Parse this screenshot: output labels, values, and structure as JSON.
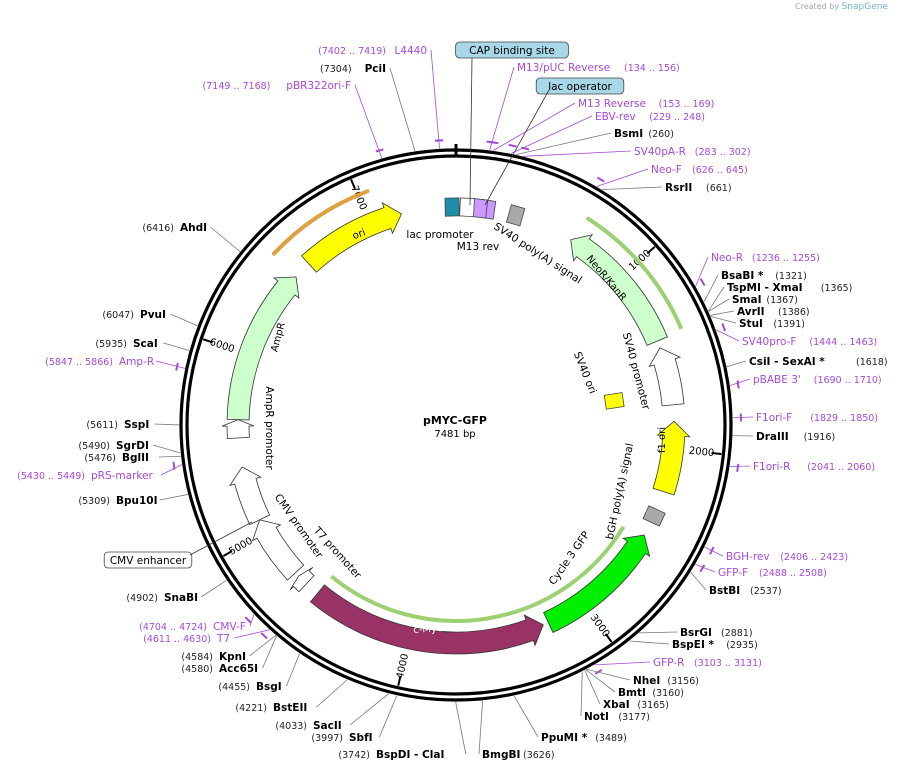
{
  "credit": {
    "prefix": "Created by",
    "brand": "SnapGene"
  },
  "plasmid": {
    "name": "pMYC-GFP",
    "size_label": "7481 bp",
    "length": 7481
  },
  "ticks": [
    {
      "pos": 1000,
      "label": "1000"
    },
    {
      "pos": 2000,
      "label": "2000"
    },
    {
      "pos": 3000,
      "label": "3000"
    },
    {
      "pos": 4000,
      "label": "4000"
    },
    {
      "pos": 5000,
      "label": "5000"
    },
    {
      "pos": 6000,
      "label": "6000"
    },
    {
      "pos": 7000,
      "label": "7000"
    }
  ],
  "features": [
    {
      "name": "ori",
      "start": 6600,
      "end": 7180,
      "dir": 1,
      "color": "#ffff00",
      "track": 1,
      "label_inside": true
    },
    {
      "name": "AmpR",
      "start": 5640,
      "end": 6500,
      "dir": 1,
      "color": "#ccffcc",
      "track": 1,
      "label_inside": true
    },
    {
      "name": "AmpR promoter",
      "start": 5540,
      "end": 5640,
      "dir": 1,
      "color": "#ffffff",
      "track": 1,
      "label_inside": false
    },
    {
      "name": "CMV enhancer",
      "start": 5075,
      "end": 5380,
      "dir": 1,
      "color": "#ffffff",
      "track": 1,
      "label_inside": false
    },
    {
      "name": "CMV promoter",
      "start": 4725,
      "end": 5075,
      "dir": 1,
      "color": "#ffffff",
      "track": 1,
      "label_inside": false
    },
    {
      "name": "T7 promoter",
      "start": 4640,
      "end": 4700,
      "dir": 1,
      "color": "#ffffff",
      "track": 1,
      "label_inside": false
    },
    {
      "name": "c-Myc",
      "start": 3250,
      "end": 4560,
      "dir": -1,
      "color": "#993366",
      "track": 1,
      "label_inside": true
    },
    {
      "name": "Cycle 3 GFP",
      "start": 2500,
      "end": 3220,
      "dir": -1,
      "color": "#00ee00",
      "track": 1,
      "label_inside": false
    },
    {
      "name": "bGH poly(A) signal",
      "start": 2285,
      "end": 2480,
      "dir": 0,
      "color": "#a9a9a9",
      "track": 1,
      "label_inside": false
    },
    {
      "name": "f1 ori",
      "start": 1850,
      "end": 2240,
      "dir": -1,
      "color": "#ffff00",
      "track": 1,
      "label_inside": true
    },
    {
      "name": "SV40 promoter",
      "start": 1440,
      "end": 1760,
      "dir": -1,
      "color": "#ffffff",
      "track": 1,
      "label_inside": false
    },
    {
      "name": "NeoR/KanR",
      "start": 660,
      "end": 1400,
      "dir": -1,
      "color": "#ccffcc",
      "track": 1,
      "label_inside": true
    },
    {
      "name": "SV40 poly(A) signal",
      "start": 270,
      "end": 390,
      "dir": 0,
      "color": "#a9a9a9",
      "track": 1,
      "label_inside": false
    },
    {
      "name": "M13 rev",
      "start": 153,
      "end": 169,
      "dir": 0,
      "color": "#cc99ff",
      "track": 1,
      "label_inside": false
    },
    {
      "name": "lac operator",
      "start": 110,
      "end": 131,
      "dir": 0,
      "color": "#cc99ff",
      "track": 1,
      "label_inside": false
    },
    {
      "name": "lac promoter",
      "start": 40,
      "end": 70,
      "dir": 0,
      "color": "#ffffff",
      "track": 1,
      "label_inside": false
    },
    {
      "name": "CAP binding site",
      "start": 7440,
      "end": 7470,
      "dir": 0,
      "color": "#1f8ea6",
      "track": 1,
      "label_inside": false
    },
    {
      "name": "SV40 ori",
      "start": 1660,
      "end": 1720,
      "dir": 0,
      "color": "#ffff00",
      "track": 2,
      "label_inside": false
    }
  ],
  "inner_texts": [
    {
      "text": "lac promoter",
      "key": "lac-promoter"
    },
    {
      "text": "M13 rev",
      "key": "m13-rev"
    },
    {
      "text": "SV40 poly(A) signal",
      "key": "sv40-polya"
    },
    {
      "text": "NeoR/KanR",
      "key": "neor"
    },
    {
      "text": "SV40 promoter",
      "key": "sv40-promoter"
    },
    {
      "text": "SV40 ori",
      "key": "sv40-ori"
    },
    {
      "text": "f1 ori",
      "key": "f1-ori"
    },
    {
      "text": "bGH poly(A) signal",
      "key": "bgh"
    },
    {
      "text": "Cycle 3 GFP",
      "key": "gfp"
    },
    {
      "text": "c-Myc",
      "key": "cmyc"
    },
    {
      "text": "T7 promoter",
      "key": "t7-promoter"
    },
    {
      "text": "CMV promoter",
      "key": "cmv-promoter"
    },
    {
      "text": "AmpR promoter",
      "key": "ampr-promoter"
    },
    {
      "text": "AmpR",
      "key": "ampr"
    },
    {
      "text": "ori",
      "key": "ori"
    }
  ],
  "boxed_labels": [
    {
      "text": "CAP binding site",
      "fill": "#a8d8e8"
    },
    {
      "text": "lac operator",
      "fill": "#a8d8e8"
    },
    {
      "text": "CMV enhancer",
      "fill": "#ffffff"
    }
  ],
  "labels": [
    {
      "kind": "primer",
      "name": "L4440",
      "pos": "(7402 .. 7419)",
      "site": 7410
    },
    {
      "kind": "site",
      "name": "PciI",
      "pos": "(7304)",
      "site": 7304
    },
    {
      "kind": "primer",
      "name": "pBR322ori-F",
      "pos": "(7149 .. 7168)",
      "site": 7158
    },
    {
      "kind": "primer",
      "name": "M13/pUC Reverse",
      "pos": "(134 .. 156)",
      "site": 145
    },
    {
      "kind": "primer",
      "name": "M13 Reverse",
      "pos": "(153 .. 169)",
      "site": 161
    },
    {
      "kind": "primer",
      "name": "EBV-rev",
      "pos": "(229 .. 248)",
      "site": 238
    },
    {
      "kind": "site",
      "name": "BsmI",
      "pos": "(260)",
      "site": 260
    },
    {
      "kind": "primer",
      "name": "SV40pA-R",
      "pos": "(283 .. 302)",
      "site": 292
    },
    {
      "kind": "primer",
      "name": "Neo-F",
      "pos": "(626 .. 645)",
      "site": 635
    },
    {
      "kind": "site",
      "name": "RsrII",
      "pos": "(661)",
      "site": 661
    },
    {
      "kind": "primer",
      "name": "Neo-R",
      "pos": "(1236 .. 1255)",
      "site": 1245
    },
    {
      "kind": "site",
      "name": "BsaBI *",
      "pos": "(1321)",
      "site": 1321
    },
    {
      "kind": "site",
      "name": "TspMI  - XmaI",
      "pos": "(1365)",
      "site": 1365
    },
    {
      "kind": "site",
      "name": "SmaI",
      "pos": "(1367)",
      "site": 1367
    },
    {
      "kind": "site",
      "name": "AvrII",
      "pos": "(1386)",
      "site": 1386
    },
    {
      "kind": "site",
      "name": "StuI",
      "pos": "(1391)",
      "site": 1391
    },
    {
      "kind": "primer",
      "name": "SV40pro-F",
      "pos": "(1444 .. 1463)",
      "site": 1453
    },
    {
      "kind": "site",
      "name": "CsiI  - SexAI *",
      "pos": "(1618)",
      "site": 1618
    },
    {
      "kind": "primer",
      "name": "pBABE 3'",
      "pos": "(1690 .. 1710)",
      "site": 1700
    },
    {
      "kind": "primer",
      "name": "F1ori-F",
      "pos": "(1829 .. 1850)",
      "site": 1839
    },
    {
      "kind": "site",
      "name": "DraIII",
      "pos": "(1916)",
      "site": 1916
    },
    {
      "kind": "primer",
      "name": "F1ori-R",
      "pos": "(2041 .. 2060)",
      "site": 2050
    },
    {
      "kind": "primer",
      "name": "BGH-rev",
      "pos": "(2406 .. 2423)",
      "site": 2414
    },
    {
      "kind": "primer",
      "name": "GFP-F",
      "pos": "(2488 .. 2508)",
      "site": 2498
    },
    {
      "kind": "site",
      "name": "BstBI",
      "pos": "(2537)",
      "site": 2537
    },
    {
      "kind": "site",
      "name": "BsrGI",
      "pos": "(2881)",
      "site": 2881
    },
    {
      "kind": "site",
      "name": "BspEI *",
      "pos": "(2935)",
      "site": 2935
    },
    {
      "kind": "primer",
      "name": "GFP-R",
      "pos": "(3103 .. 3131)",
      "site": 3117
    },
    {
      "kind": "site",
      "name": "NheI",
      "pos": "(3156)",
      "site": 3156
    },
    {
      "kind": "site",
      "name": "BmtI",
      "pos": "(3160)",
      "site": 3160
    },
    {
      "kind": "site",
      "name": "XbaI",
      "pos": "(3165)",
      "site": 3165
    },
    {
      "kind": "site",
      "name": "NotI",
      "pos": "(3177)",
      "site": 3177
    },
    {
      "kind": "site",
      "name": "PpuMI *",
      "pos": "(3489)",
      "site": 3489
    },
    {
      "kind": "site",
      "name": "BmgBI",
      "pos": "(3626)",
      "site": 3626
    },
    {
      "kind": "site",
      "name": "BspDI  - ClaI",
      "pos": "(3742)",
      "site": 3742
    },
    {
      "kind": "site",
      "name": "SbfI",
      "pos": "(3997)",
      "site": 3997
    },
    {
      "kind": "site",
      "name": "SacII",
      "pos": "(4033)",
      "site": 4033
    },
    {
      "kind": "site",
      "name": "BstEII",
      "pos": "(4221)",
      "site": 4221
    },
    {
      "kind": "site",
      "name": "BsgI",
      "pos": "(4455)",
      "site": 4455
    },
    {
      "kind": "site",
      "name": "Acc65I",
      "pos": "(4580)",
      "site": 4580
    },
    {
      "kind": "site",
      "name": "KpnI",
      "pos": "(4584)",
      "site": 4584
    },
    {
      "kind": "primer",
      "name": "T7",
      "pos": "(4611 .. 4630)",
      "site": 4620
    },
    {
      "kind": "primer",
      "name": "CMV-F",
      "pos": "(4704 .. 4724)",
      "site": 4714
    },
    {
      "kind": "site",
      "name": "SnaBI",
      "pos": "(4902)",
      "site": 4902
    },
    {
      "kind": "site",
      "name": "Bpu10I",
      "pos": "(5309)",
      "site": 5309
    },
    {
      "kind": "primer",
      "name": "pRS-marker",
      "pos": "(5430 .. 5449)",
      "site": 5440
    },
    {
      "kind": "site",
      "name": "BglII",
      "pos": "(5476)",
      "site": 5476
    },
    {
      "kind": "site",
      "name": "SgrDI",
      "pos": "(5490)",
      "site": 5490
    },
    {
      "kind": "site",
      "name": "SspI",
      "pos": "(5611)",
      "site": 5611
    },
    {
      "kind": "primer",
      "name": "Amp-R",
      "pos": "(5847 .. 5866)",
      "site": 5856
    },
    {
      "kind": "site",
      "name": "ScaI",
      "pos": "(5935)",
      "site": 5935
    },
    {
      "kind": "site",
      "name": "PvuI",
      "pos": "(6047)",
      "site": 6047
    },
    {
      "kind": "site",
      "name": "AhdI",
      "pos": "(6416)",
      "site": 6416
    }
  ]
}
